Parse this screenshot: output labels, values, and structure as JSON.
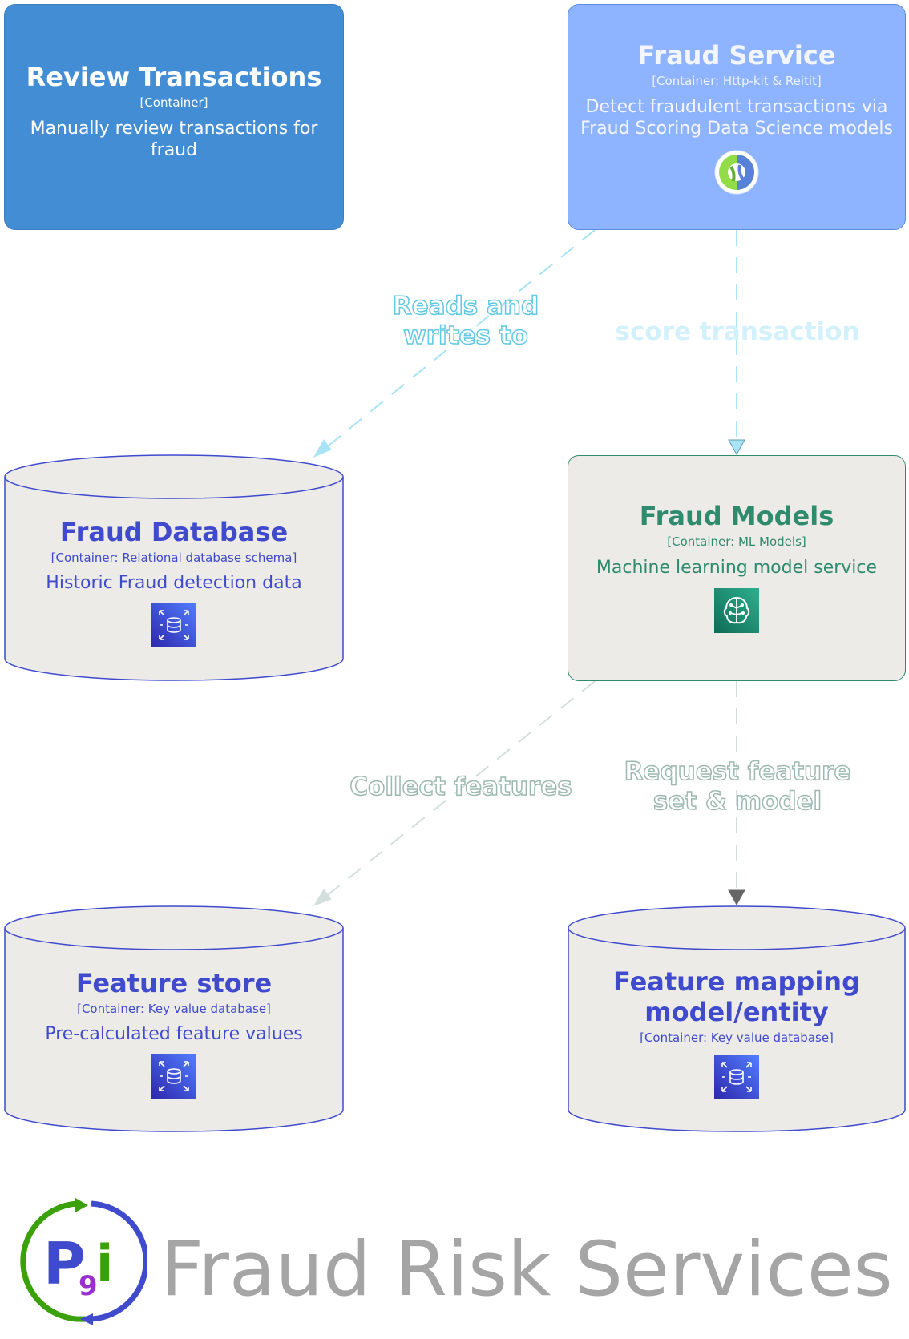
{
  "containers": {
    "review": {
      "title": "Review Transactions",
      "tech": "[Container]",
      "desc": "Manually review transactions for fraud"
    },
    "service": {
      "title": "Fraud Service",
      "tech": "[Container: Http-kit & Reitit]",
      "desc_line1": "Detect fraudulent transactions via",
      "desc_line2": "Fraud Scoring Data Science models",
      "icon": "clojure-icon"
    },
    "fraud_models": {
      "title": "Fraud Models",
      "tech": "[Container: ML Models]",
      "desc": "Machine learning model service",
      "icon": "ml-brain-icon"
    },
    "fraud_db": {
      "title": "Fraud Database",
      "tech": "[Container: Relational database schema]",
      "desc": "Historic Fraud detection data",
      "icon": "database-icon"
    },
    "feature_store": {
      "title": "Feature store",
      "tech": "[Container: Key value database]",
      "desc": "Pre-calculated feature values",
      "icon": "database-icon"
    },
    "feature_mapping": {
      "title_line1": "Feature mapping",
      "title_line2": "model/entity",
      "tech": "[Container: Key value database]",
      "icon": "database-icon"
    }
  },
  "edges": {
    "reads_line1": "Reads and",
    "reads_line2": "writes to",
    "score": "score transaction",
    "collect": "Collect features",
    "request_line1": "Request feature",
    "request_line2": "set & model"
  },
  "footer": {
    "title": "Fraud Risk Services",
    "logo": "P9i-logo"
  },
  "colors": {
    "review_bg": "#438dd5",
    "service_bg": "#8fb4ff",
    "db_border": "#3f4acd",
    "ml_green": "#2e8b6e",
    "box_fill": "#edebe7",
    "footer_text": "#a5a5a5"
  }
}
